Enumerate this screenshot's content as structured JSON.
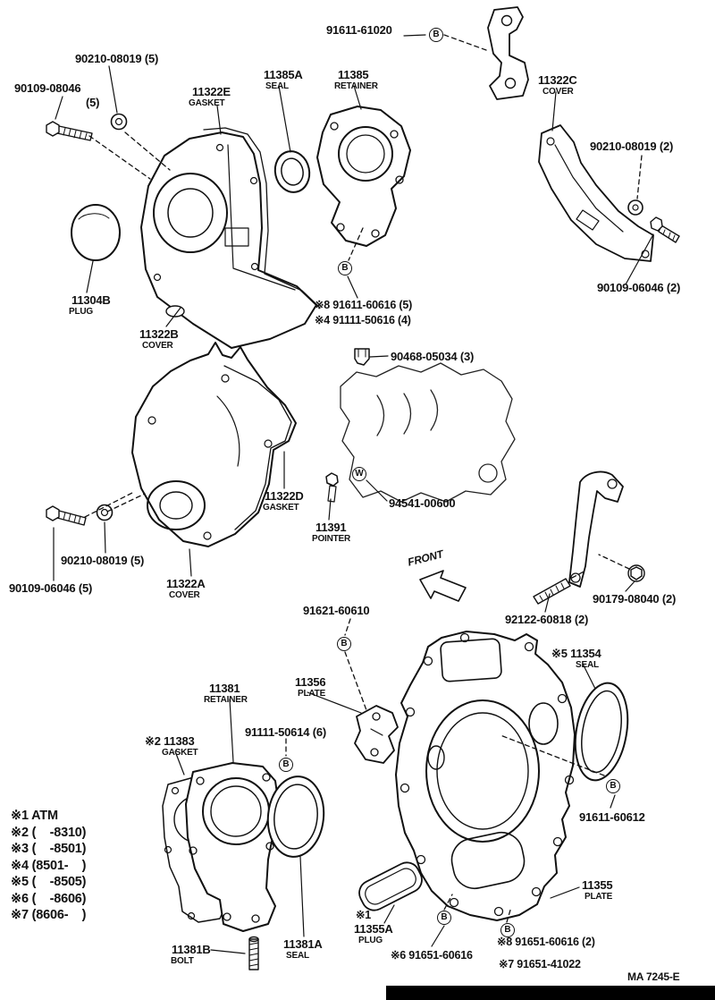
{
  "labels": {
    "bolt91611_61020": "91611-61020",
    "washer90210_5_top": "90210-08019 (5)",
    "bolt90109_08046": "90109-08046",
    "bolt90109_08046_qty": "(5)",
    "p11322E": "11322E",
    "p11322E_n": "GASKET",
    "p11385A": "11385A",
    "p11385A_n": "SEAL",
    "p11385": "11385",
    "p11385_n": "RETAINER",
    "p11322C": "11322C",
    "p11322C_n": "COVER",
    "washer90210_2": "90210-08019 (2)",
    "p11304B": "11304B",
    "p11304B_n": "PLUG",
    "bolt90109_2": "90109-06046 (2)",
    "p11322B": "11322B",
    "p11322B_n": "COVER",
    "note8_91611": "※8 91611-60616 (5)",
    "note4_91111": "※4 91111-50616 (4)",
    "clip90468": "90468-05034 (3)",
    "p11322D": "11322D",
    "p11322D_n": "GASKET",
    "bolt94541": "94541-00600",
    "p11391": "11391",
    "p11391_n": "POINTER",
    "washer90210_5_mid": "90210-08019 (5)",
    "bolt90109_5": "90109-06046 (5)",
    "p11322A": "11322A",
    "p11322A_n": "COVER",
    "bolt91621": "91621-60610",
    "bolt90179": "90179-08040 (2)",
    "stud92122": "92122-60818 (2)",
    "p11354": "※5 11354",
    "p11354_n": "SEAL",
    "p11381": "11381",
    "p11381_n": "RETAINER",
    "p11356": "11356",
    "p11356_n": "PLATE",
    "bolt91111_50614": "91111-50614 (6)",
    "p11383": "※2 11383",
    "p11383_n": "GASKET",
    "bolt91611_60612": "91611-60612",
    "p11355": "11355",
    "p11355_n": "PLATE",
    "p11355A_note": "※1",
    "p11355A": "11355A",
    "p11355A_n": "PLUG",
    "p11381B": "11381B",
    "p11381B_n": "BOLT",
    "p11381A": "11381A",
    "p11381A_n": "SEAL",
    "note6_91651": "※6 91651-60616",
    "note8_91651": "※8 91651-60616 (2)",
    "note7_91651": "※7 91651-41022",
    "front": "FRONT",
    "doc_code": "MA 7245-E"
  },
  "legend": {
    "items": [
      "※1 ATM",
      "※2 (    -8310)",
      "※3 (    -8501)",
      "※4 (8501-    )",
      "※5 (    -8505)",
      "※6 (    -8606)",
      "※7 (8606-    )"
    ]
  },
  "symbols": {
    "bolt": "B",
    "washer": "W"
  }
}
